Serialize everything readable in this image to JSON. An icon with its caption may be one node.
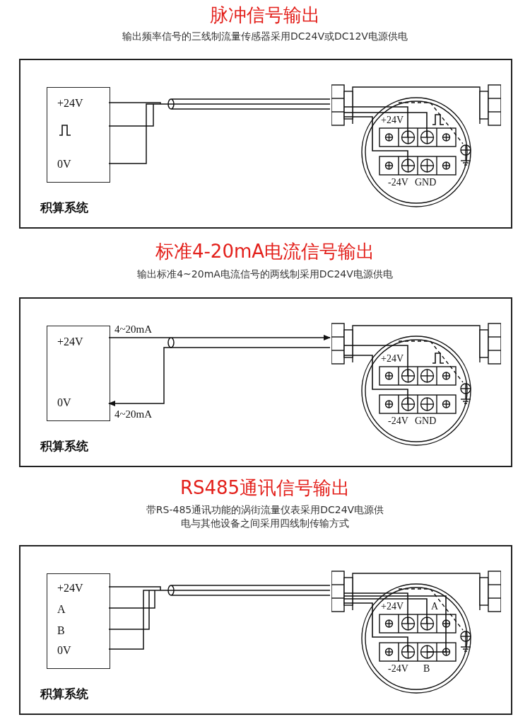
{
  "diagram": {
    "nodes": [
      {
        "text": [],
        "shape": "box"
      },
      {
        "text": [
          "+24V",
          "0V"
        ],
        "beside": [
          "积算系统"
        ],
        "in": 0
      },
      {
        "text": [
          "+24V",
          "-24V",
          "GND"
        ],
        "in": 0
      },
      {
        "text": [],
        "shape": "box"
      },
      {
        "text": [
          "+24V",
          "0V"
        ],
        "beside": [
          "积算系统"
        ],
        "in": 3
      },
      {
        "text": [
          "+24V",
          "-24V",
          "GND"
        ],
        "in": 3
      },
      {
        "text": [],
        "shape": "box"
      },
      {
        "text": [
          "+24V",
          "A",
          "B",
          "0V"
        ],
        "beside": [
          "积算系统"
        ],
        "in": 6
      },
      {
        "text": [
          "+24V",
          "A",
          "-24V",
          "B"
        ],
        "in": 6
      }
    ],
    "edges": [
      {
        "from": 1,
        "to": 2,
        "arrow": "none"
      },
      {
        "from": 4,
        "to": 5,
        "arrow": "to",
        "label": "4~20mA"
      },
      {
        "from": 5,
        "to": 4,
        "arrow": "to",
        "label": "4~20mA"
      },
      {
        "from": 7,
        "to": 8,
        "arrow": "none"
      }
    ],
    "labels": [
      "脉冲信号输出",
      "输出频率信号的三线制流量传感器采用DC24V或DC12V电源供电",
      "标准4-20mA电流信号输出",
      "输出标准4~20mA电流信号的两线制采用DC24V电源供电",
      "RS485通讯信号输出",
      "带RS-485通讯功能的涡街流量仪表采用DC24V电源供电与其他设备之间采用四线制传输方式"
    ]
  }
}
